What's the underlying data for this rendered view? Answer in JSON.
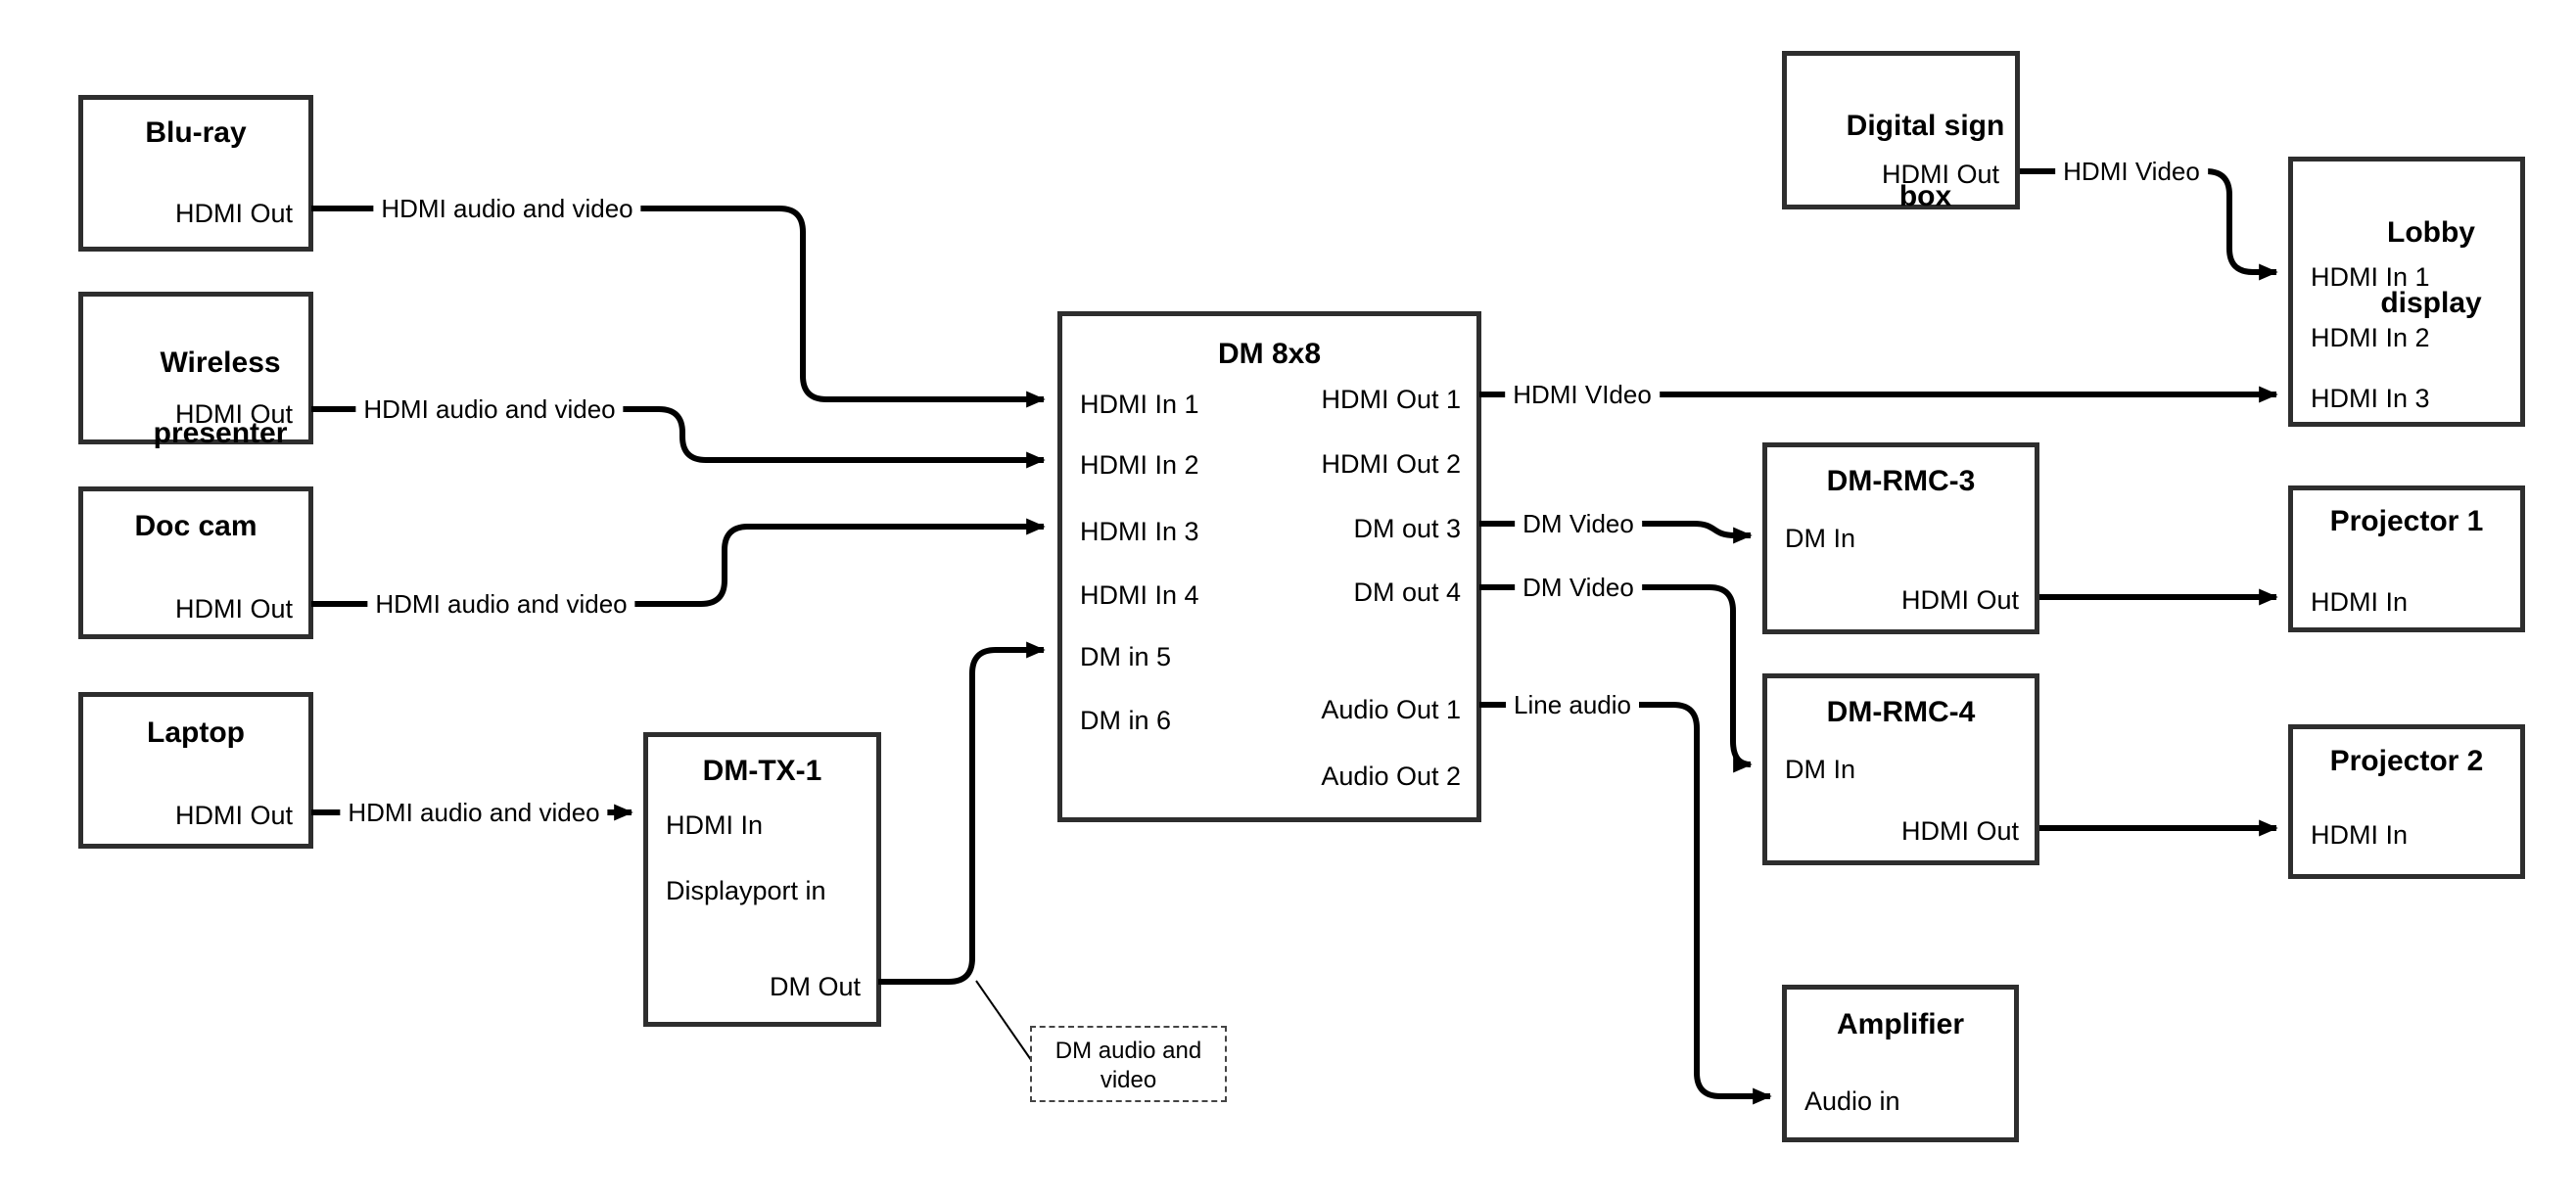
{
  "nodes": {
    "bluray": {
      "title": "Blu-ray",
      "port_hdmi_out": "HDMI Out"
    },
    "wireless": {
      "title_line1": "Wireless",
      "title_line2": "presenter",
      "port_hdmi_out": "HDMI Out"
    },
    "doccam": {
      "title": "Doc cam",
      "port_hdmi_out": "HDMI Out"
    },
    "laptop": {
      "title": "Laptop",
      "port_hdmi_out": "HDMI Out"
    },
    "dmtx1": {
      "title": "DM-TX-1",
      "port_hdmi_in": "HDMI In",
      "port_displayport_in": "Displayport in",
      "port_dm_out": "DM Out"
    },
    "dm8x8": {
      "title": "DM 8x8",
      "port_hdmi_in_1": "HDMI In 1",
      "port_hdmi_in_2": "HDMI In 2",
      "port_hdmi_in_3": "HDMI In 3",
      "port_hdmi_in_4": "HDMI In 4",
      "port_dm_in_5": "DM in 5",
      "port_dm_in_6": "DM in 6",
      "port_hdmi_out_1": "HDMI Out 1",
      "port_hdmi_out_2": "HDMI Out 2",
      "port_dm_out_3": "DM out 3",
      "port_dm_out_4": "DM out 4",
      "port_audio_out_1": "Audio Out 1",
      "port_audio_out_2": "Audio Out 2"
    },
    "digisign": {
      "title_line1": "Digital sign",
      "title_line2": "box",
      "port_hdmi_out": "HDMI Out"
    },
    "lobby": {
      "title_line1": "Lobby",
      "title_line2": "display",
      "port_hdmi_in_1": "HDMI In 1",
      "port_hdmi_in_2": "HDMI In 2",
      "port_hdmi_in_3": "HDMI In 3"
    },
    "dmrmc3": {
      "title": "DM-RMC-3",
      "port_dm_in": "DM In",
      "port_hdmi_out": "HDMI Out"
    },
    "proj1": {
      "title": "Projector 1",
      "port_hdmi_in": "HDMI In"
    },
    "dmrmc4": {
      "title": "DM-RMC-4",
      "port_dm_in": "DM In",
      "port_hdmi_out": "HDMI Out"
    },
    "proj2": {
      "title": "Projector 2",
      "port_hdmi_in": "HDMI In"
    },
    "amplifier": {
      "title": "Amplifier",
      "port_audio_in": "Audio in"
    }
  },
  "edge_labels": {
    "bluray_dm8x8": "HDMI audio and video",
    "wireless_dm8x8": "HDMI audio and video",
    "doccam_dm8x8": "HDMI audio and video",
    "laptop_dmtx1": "HDMI audio and video",
    "dm8x8_lobby": "HDMI VIdeo",
    "dm8x8_dmrmc3": "DM Video",
    "dm8x8_dmrmc4": "DM Video",
    "dm8x8_amplifier": "Line audio",
    "digisign_lobby": "HDMI Video"
  },
  "annotation": {
    "line1": "DM audio and",
    "line2": "video"
  },
  "colors": {
    "wire": "#000000",
    "box_border": "#2e2e2e",
    "background": "#ffffff"
  }
}
